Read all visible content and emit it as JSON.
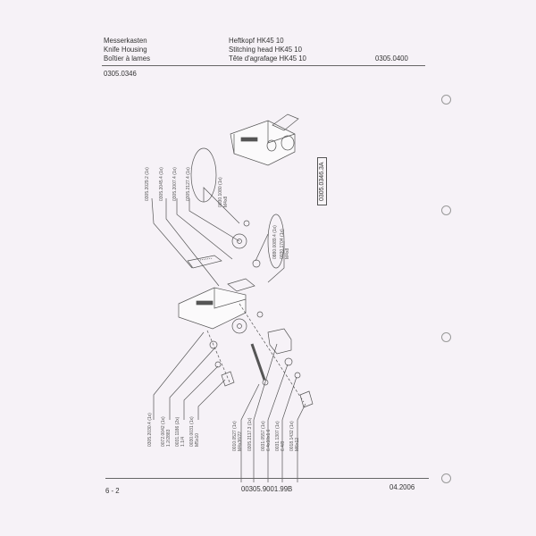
{
  "header": {
    "left": [
      "Messerkasten",
      "Knife Housing",
      "Boîtier à lames"
    ],
    "center": [
      "Heftkopf HK45 10",
      "Stitching head HK45 10",
      "Tête d'agrafage HK45 10"
    ],
    "right_code": "0305.0400",
    "sub_code": "0305.0346"
  },
  "drawing": {
    "drawing_number": "0305.0346.3A",
    "top_labels": [
      {
        "part": "0305.2029.2 (1x)",
        "spec": ""
      },
      {
        "part": "0305.2045.4 (1x)",
        "spec": ""
      },
      {
        "part": "0305.2007.4 (1x)",
        "spec": ""
      },
      {
        "part": "0305.2127.4 (1x)",
        "spec": ""
      },
      {
        "part": "0030.1080 (1x)",
        "spec": "M4x8"
      },
      {
        "part": "0880.0089.4 (1x)",
        "spec": ""
      },
      {
        "part": "0030.1704 (1x)",
        "spec": "M4x8"
      }
    ],
    "bottom_left_labels": [
      {
        "part": "0305.2030.4 (1x)",
        "spec": ""
      },
      {
        "part": "0072.0042 (1x)",
        "spec": "1.2/2883"
      },
      {
        "part": "0031.1186 (2x)",
        "spec": "1.1/4"
      },
      {
        "part": "0030.0031 (1x)",
        "spec": "M5x10"
      }
    ],
    "bottom_right_labels": [
      {
        "part": "0010.0527 (1x)",
        "spec": "M4x36/22"
      },
      {
        "part": "0305.2117.3 (1x)",
        "spec": ""
      },
      {
        "part": "0031.0557 (1x)",
        "spec": "6.4x10x1.6"
      },
      {
        "part": "0031.1307 (1x)",
        "spec": "6.4/8"
      },
      {
        "part": "0018.1432 (1x)",
        "spec": "M6x12"
      }
    ]
  },
  "footer": {
    "page": "6 - 2",
    "doc_code": "00305.9001.99B",
    "date": "04.2006"
  }
}
